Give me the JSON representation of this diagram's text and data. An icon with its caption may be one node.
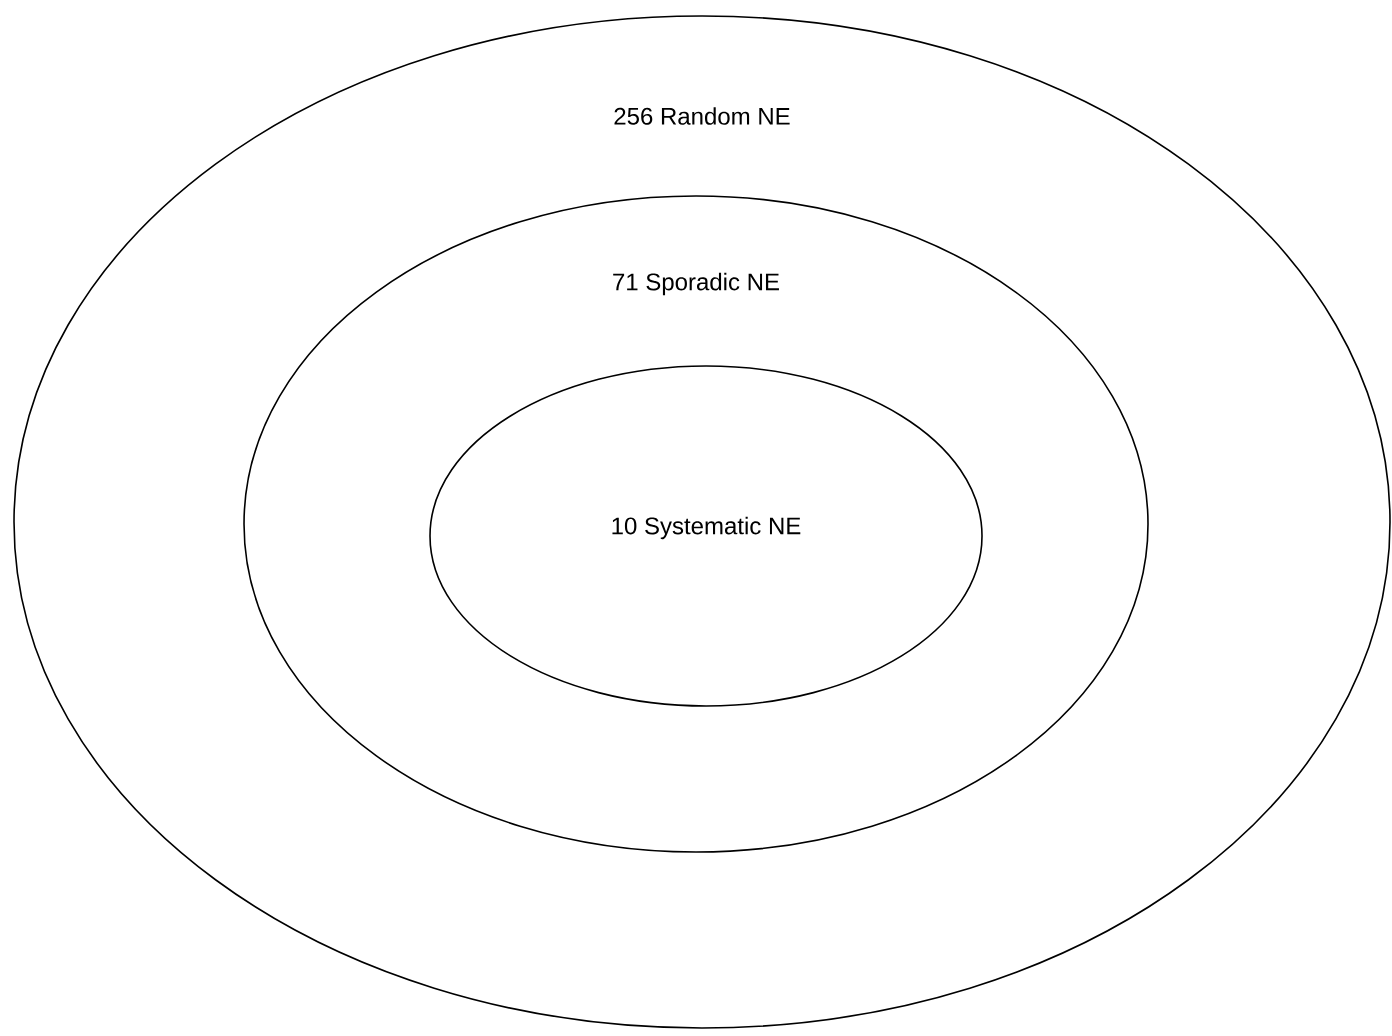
{
  "diagram": {
    "nodes": [
      {
        "text": [
          "256 Random NE"
        ]
      },
      {
        "text": [
          "71 Sporadic NE"
        ],
        "in": 0
      },
      {
        "text": [
          "10 Systematic NE"
        ],
        "in": 1
      }
    ]
  }
}
